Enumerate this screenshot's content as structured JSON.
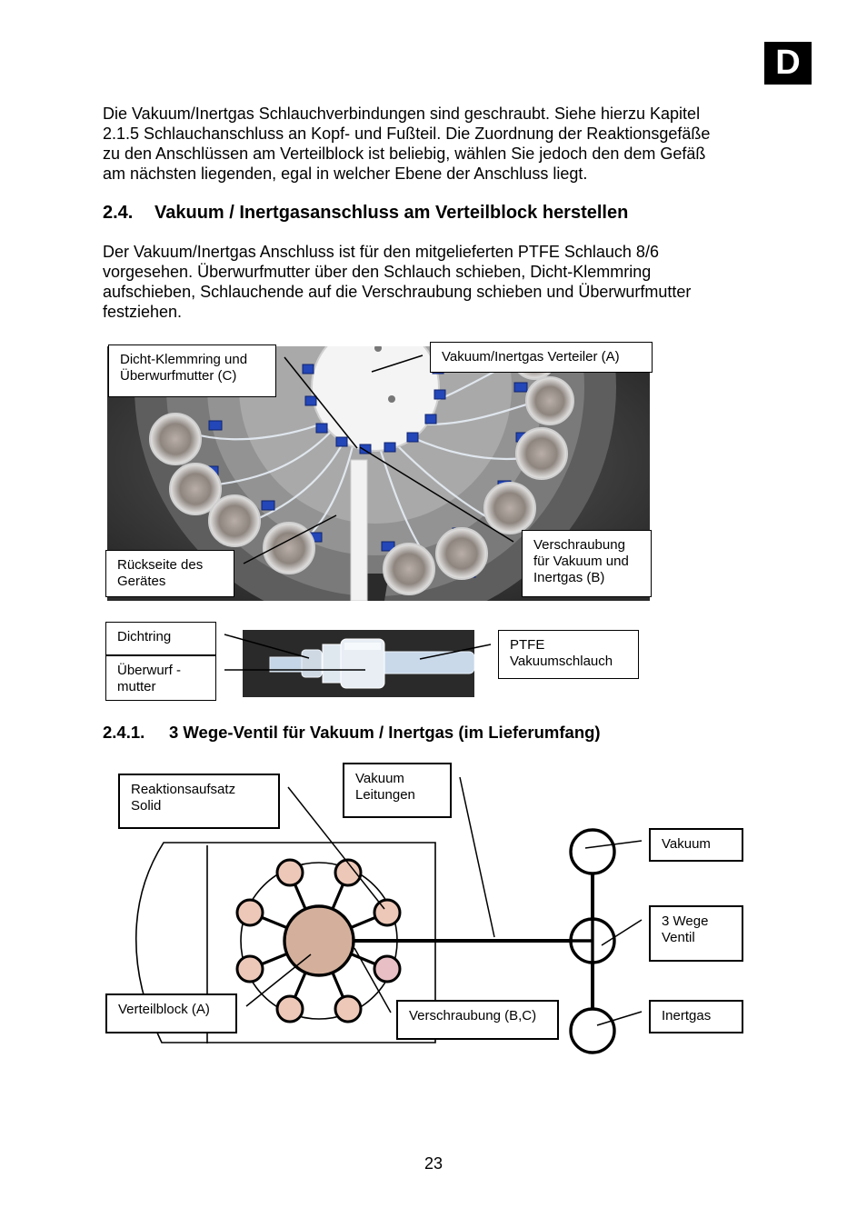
{
  "badge": "D",
  "intro": {
    "lines": [
      "Die Vakuum/Inertgas Schlauchverbindungen sind geschraubt. Siehe hierzu Kapitel",
      "2.1.5 Schlauchanschluss an Kopf- und Fußteil. Die Zuordnung der Reaktionsgefäße",
      "zu den Anschlüssen am Verteilblock ist beliebig, wählen Sie jedoch den dem Gefäß",
      "am nächsten liegenden, egal in welcher Ebene der Anschluss liegt."
    ]
  },
  "section": {
    "number": "2.4.",
    "title": "Vakuum / Inertgasanschluss am Verteilblock herstellen",
    "lines": [
      "Der Vakuum/Inertgas Anschluss ist für den mitgelieferten PTFE Schlauch 8/6",
      "vorgesehen. Überwurfmutter über den Schlauch schieben, Dicht-Klemmring",
      "aufschieben, Schlauchende auf die Verschraubung schieben und Überwurfmutter",
      "festziehen."
    ]
  },
  "photo1": {
    "labels": {
      "c": [
        "Dicht-Klemmring und",
        "Überwurfmutter  (C)"
      ],
      "a": [
        "Vakuum/Inertgas Verteiler (A)"
      ],
      "back": [
        "Rückseite des",
        "Gerätes"
      ],
      "b": [
        "Verschraubung",
        "für Vakuum und",
        "Inertgas  (B)"
      ]
    }
  },
  "photo2": {
    "labels": {
      "dichtring": [
        "Dichtring"
      ],
      "ueberwurf": [
        "Überwurf  -",
        "mutter"
      ],
      "ptfe": [
        "PTFE",
        "Vakuumschlauch"
      ]
    }
  },
  "subsection": {
    "number": "2.4.1.",
    "title": "3 Wege-Ventil für Vakuum / Inertgas (im Lieferumfang)"
  },
  "diagram": {
    "labels": {
      "reaktion": [
        "Reaktionsaufsatz",
        "Solid"
      ],
      "leitungen": [
        "Vakuum",
        "Leitungen"
      ],
      "vakuum": [
        "Vakuum"
      ],
      "ventil": [
        "3 Wege",
        "Ventil"
      ],
      "inertgas": [
        "Inertgas"
      ],
      "verteilblock": [
        "Verteilblock (A)"
      ],
      "verschraubung": [
        "Verschraubung (B,C)"
      ]
    },
    "colors": {
      "hub": "#d4b09c",
      "port": "#edc8b8",
      "port_alt": "#e8bfc4",
      "line": "#000000"
    }
  },
  "page_number": "23"
}
